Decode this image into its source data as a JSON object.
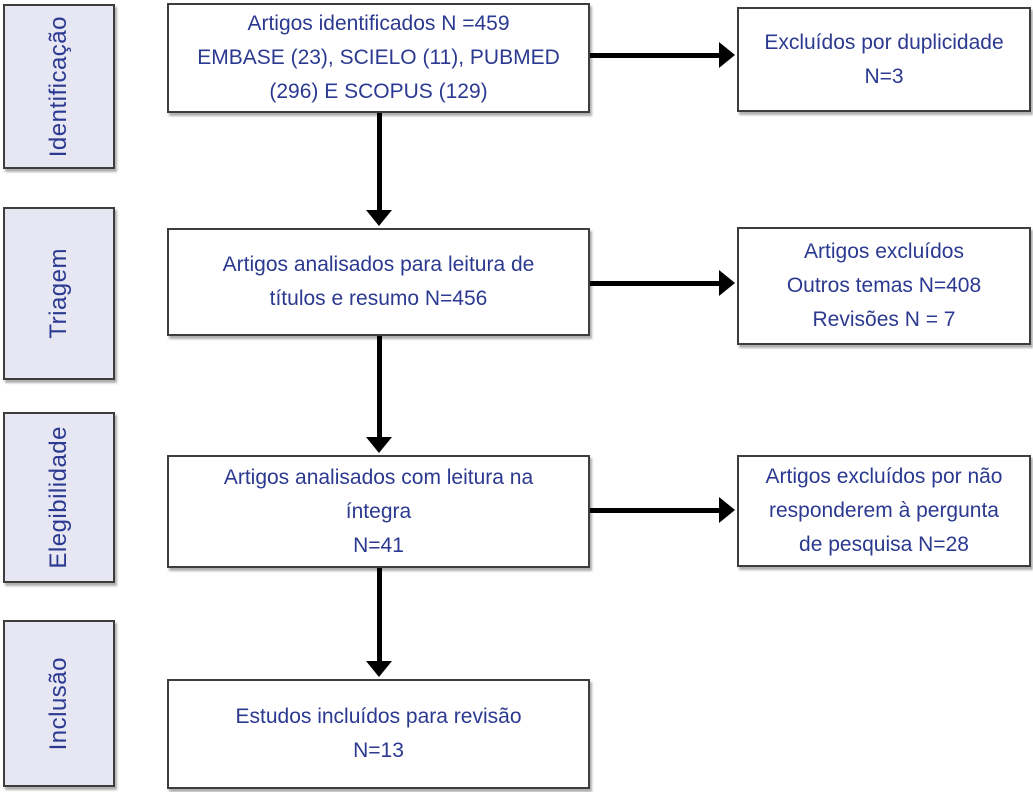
{
  "diagram_type": "prisma-flowchart",
  "stages": [
    {
      "label": "Identificação"
    },
    {
      "label": "Triagem"
    },
    {
      "label": "Elegibilidade"
    },
    {
      "label": "Inclusão"
    }
  ],
  "main_boxes": [
    {
      "lines": [
        "Artigos identificados N =459",
        "EMBASE (23), SCIELO (11), PUBMED",
        "(296) E SCOPUS (129)"
      ]
    },
    {
      "lines": [
        "Artigos analisados para leitura de",
        "títulos e resumo N=456"
      ]
    },
    {
      "lines": [
        "Artigos analisados com leitura na",
        "íntegra",
        "N=41"
      ]
    },
    {
      "lines": [
        "Estudos incluídos para revisão",
        "N=13"
      ]
    }
  ],
  "side_boxes": [
    {
      "lines": [
        "Excluídos por duplicidade",
        "N=3"
      ]
    },
    {
      "lines": [
        "Artigos excluídos",
        "Outros temas N=408",
        "Revisões N = 7"
      ]
    },
    {
      "lines": [
        "Artigos excluídos por não",
        "responderem à pergunta",
        "de pesquisa N=28"
      ]
    }
  ],
  "colors": {
    "stage_fill": "#e7e6f3",
    "text": "#2b3990",
    "border": "#3d3d3d",
    "arrow": "#000000",
    "background": "#ffffff"
  }
}
